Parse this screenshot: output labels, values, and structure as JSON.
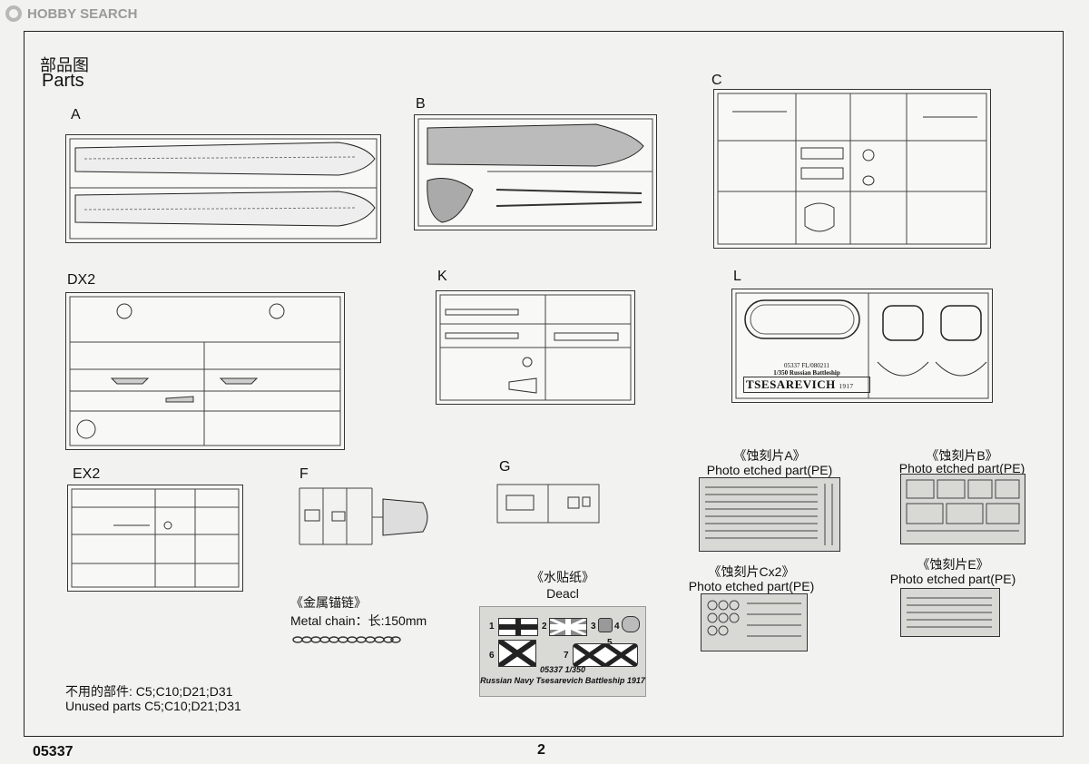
{
  "watermark": {
    "text": "HOBBY SEARCH"
  },
  "header": {
    "title_cn": "部品图",
    "title_en": "Parts"
  },
  "sprues": {
    "a": "A",
    "b": "B",
    "c": "C",
    "dx2": "DX2",
    "k": "K",
    "l": "L",
    "ex2": "EX2",
    "f": "F",
    "g": "G"
  },
  "l_sprue": {
    "code": "05337 FL/080211",
    "scale_line": "1/350 Russian Battleship",
    "name": "TSESAREVICH",
    "year": "1917"
  },
  "metal_chain": {
    "cn": "《金属锚链》",
    "en": "Metal chain：长:150mm"
  },
  "decal": {
    "cn": "《水贴纸》",
    "en": "Deacl",
    "numbers": [
      "1",
      "2",
      "3",
      "4",
      "5",
      "6",
      "7"
    ],
    "code_line": "05337 1/350",
    "caption": "Russian Navy Tsesarevich Battleship 1917"
  },
  "pe": {
    "a_cn": "《蚀刻片A》",
    "a_en": "Photo etched part(PE)",
    "b_cn": "《蚀刻片B》",
    "b_en": "Photo etched part(PE)",
    "c_cn": "《蚀刻片Cx2》",
    "c_en": "Photo etched part(PE)",
    "e_cn": "《蚀刻片E》",
    "e_en": "Photo etched part(PE)"
  },
  "unused": {
    "cn": "不用的部件:  C5;C10;D21;D31",
    "en": "Unused parts   C5;C10;D21;D31"
  },
  "footer": {
    "code": "05337",
    "page": "2"
  }
}
